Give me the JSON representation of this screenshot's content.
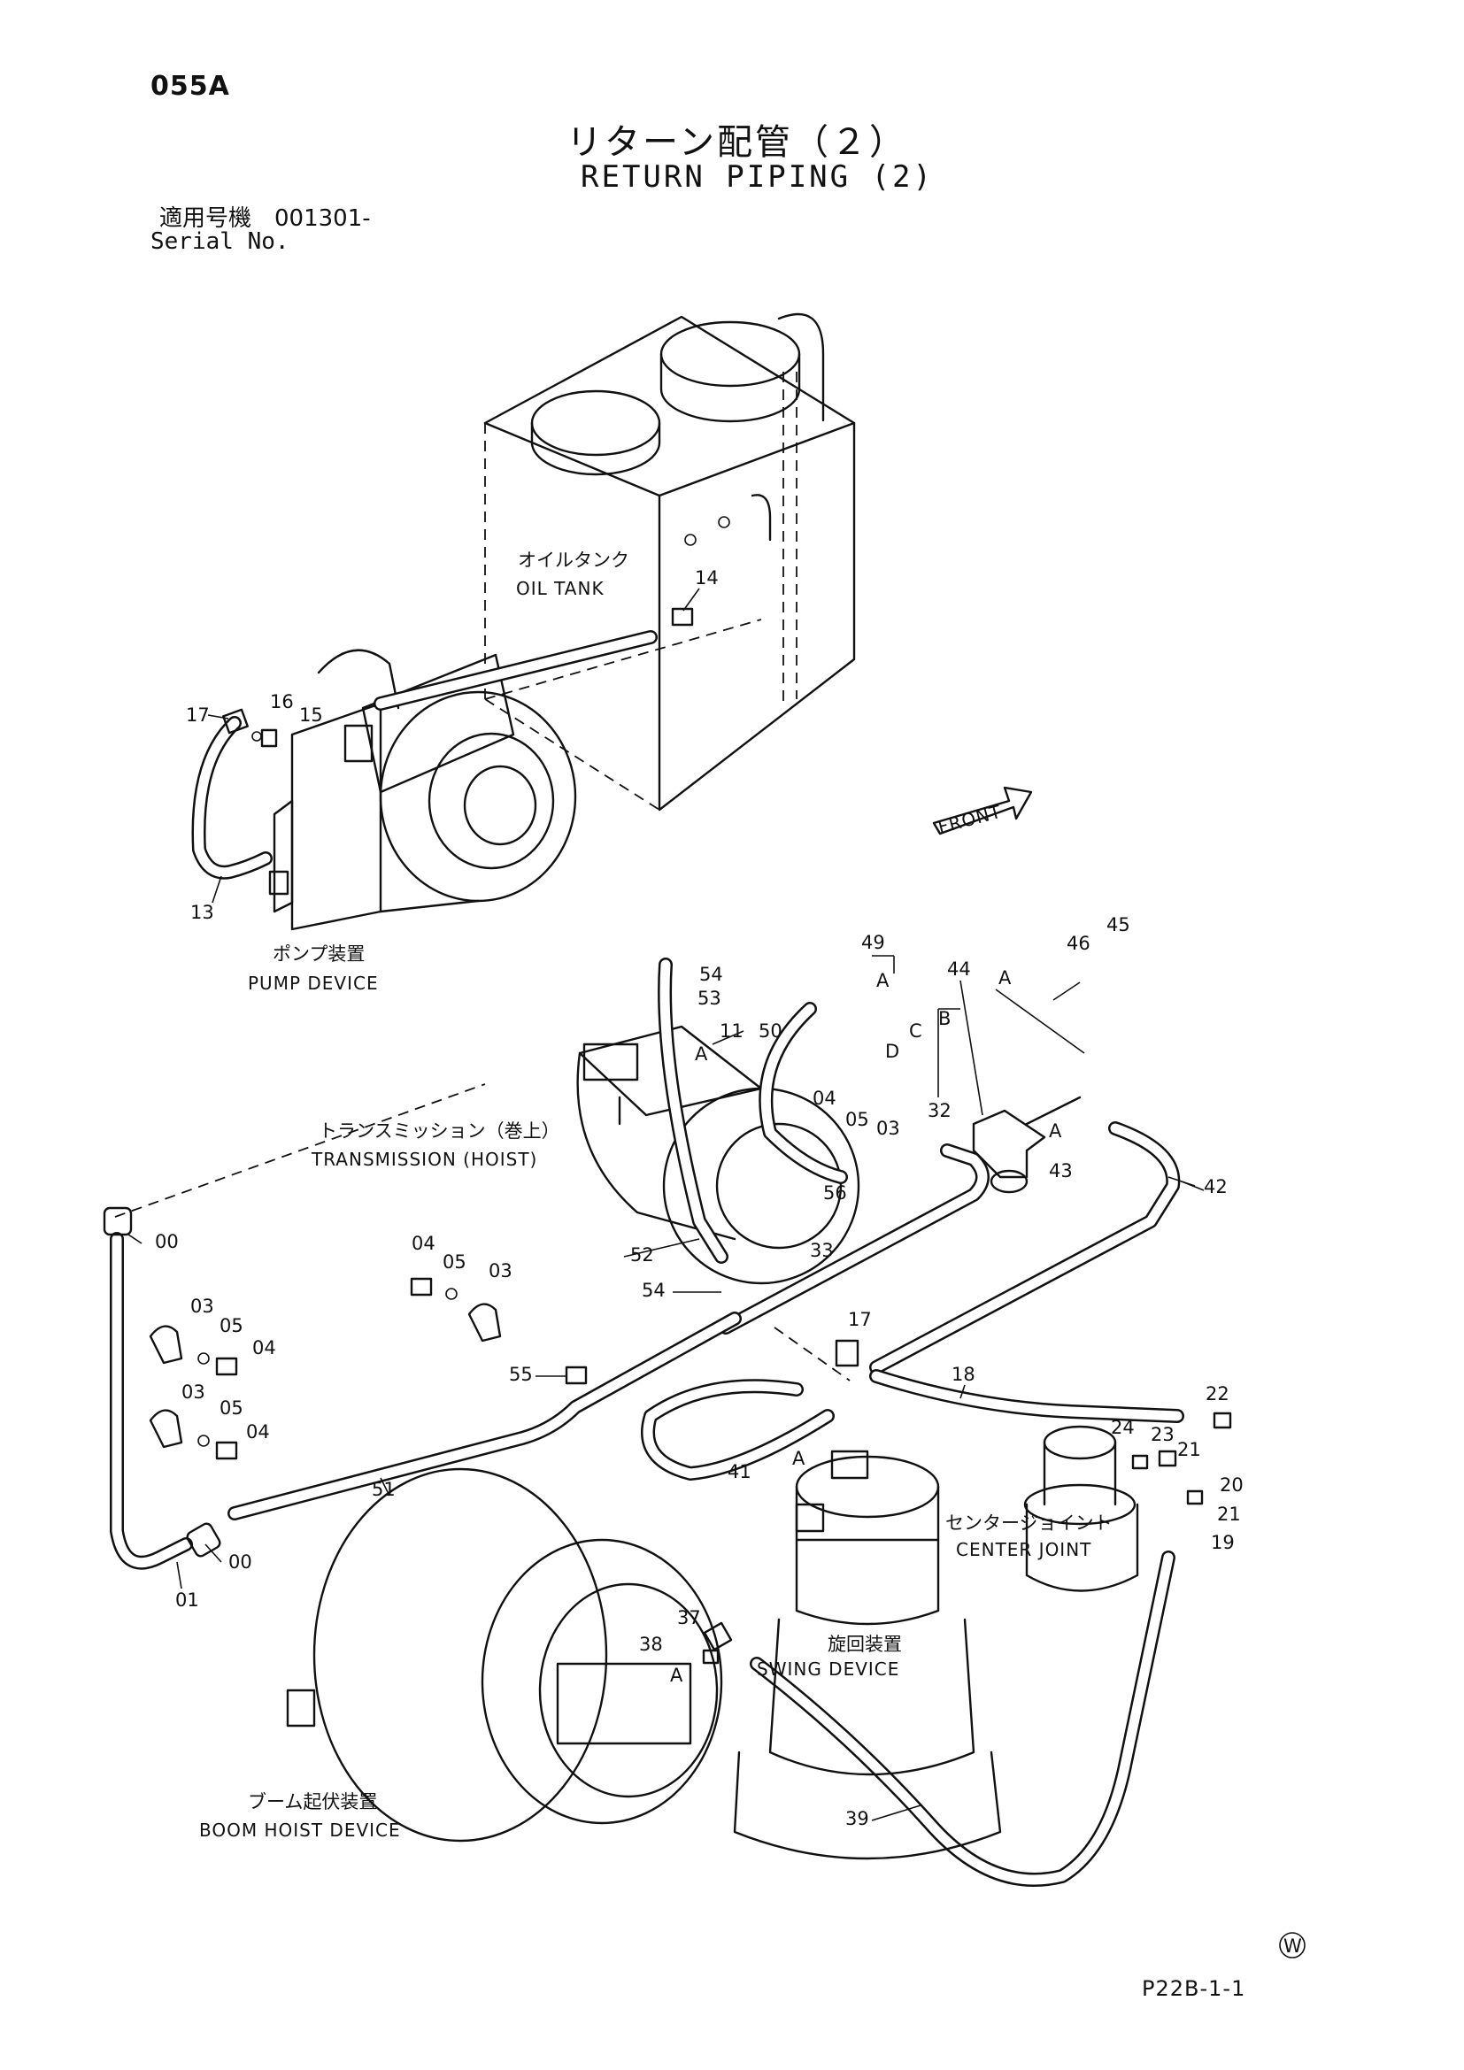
{
  "header": {
    "page_code": "055A",
    "title_jp": "リターン配管（２）",
    "title_en": "RETURN PIPING (2)",
    "serial_jp": "適用号機　001301-",
    "serial_en": "Serial No."
  },
  "components": {
    "oil_tank_jp": "オイルタンク",
    "oil_tank_en": "OIL TANK",
    "pump_jp": "ポンプ装置",
    "pump_en": "PUMP DEVICE",
    "transmission_jp": "トランスミッション（巻上）",
    "transmission_en": "TRANSMISSION (HOIST)",
    "center_joint_jp": "センタージョイント",
    "center_joint_en": "CENTER JOINT",
    "swing_jp": "旋回装置",
    "swing_en": "SWING DEVICE",
    "boom_jp": "ブーム起伏装置",
    "boom_en": "BOOM HOIST DEVICE",
    "front": "FRONT"
  },
  "part_numbers": {
    "p14": "14",
    "p17a": "17",
    "p16": "16",
    "p15": "15",
    "p13": "13",
    "p49": "49",
    "p46": "46",
    "p45": "45",
    "p44": "44",
    "pA1": "A",
    "pA2": "A",
    "pB": "B",
    "pC": "C",
    "pD": "D",
    "p54a": "54",
    "p53": "53",
    "p11": "11",
    "pA3": "A",
    "p50": "50",
    "p04a": "04",
    "p05a": "05",
    "p03a": "03",
    "p32": "32",
    "pA4": "A",
    "p43": "43",
    "p42": "42",
    "p56": "56",
    "p33": "33",
    "p52": "52",
    "p54b": "54",
    "p00a": "00",
    "p04b": "04",
    "p05b": "05",
    "p03b": "03",
    "p03c": "03",
    "p05c": "05",
    "p04c": "04",
    "p03d": "03",
    "p05d": "05",
    "p04d": "04",
    "p17b": "17",
    "p18": "18",
    "p55": "55",
    "p22": "22",
    "p24": "24",
    "p23": "23",
    "p21a": "21",
    "p20": "20",
    "p21b": "21",
    "p19": "19",
    "p41": "41",
    "pA5": "A",
    "p51": "51",
    "p00b": "00",
    "p01": "01",
    "p37": "37",
    "p38": "38",
    "pA6": "A",
    "p39": "39"
  },
  "footer": {
    "w_mark": "W",
    "page_ref": "P22B-1-1"
  }
}
